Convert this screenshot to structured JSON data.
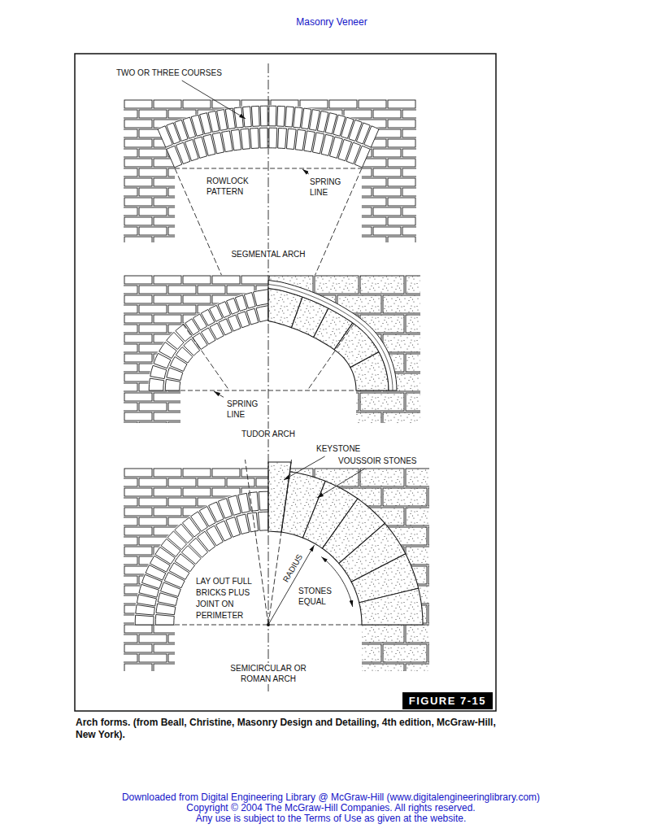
{
  "diagram": {
    "title": "Masonry Veneer",
    "caption": "Arch forms. (from Beall, Christine, Masonry Design and Detailing, 4th edition, McGraw-Hill, New York).",
    "nodes": [
      {
        "text": [
          "FIGURE 7-15"
        ]
      }
    ],
    "labels": [
      "TWO OR THREE COURSES",
      "ROWLOCK PATTERN",
      "SPRING LINE",
      "SEGMENTAL ARCH",
      "SPRING LINE",
      "TUDOR ARCH",
      "KEYSTONE",
      "VOUSSOIR STONES",
      "RADIUS",
      "LAY OUT FULL BRICKS PLUS JOINT ON PERIMETER",
      "STONES EQUAL",
      "SEMICIRCULAR OR ROMAN ARCH",
      "Downloaded from Digital Engineering Library @ McGraw-Hill (www.digitalengineeringlibrary.com)",
      "Copyright © 2004 The McGraw-Hill Companies. All rights reserved.",
      "Any use is subject to the Terms of Use as given at the website."
    ]
  }
}
